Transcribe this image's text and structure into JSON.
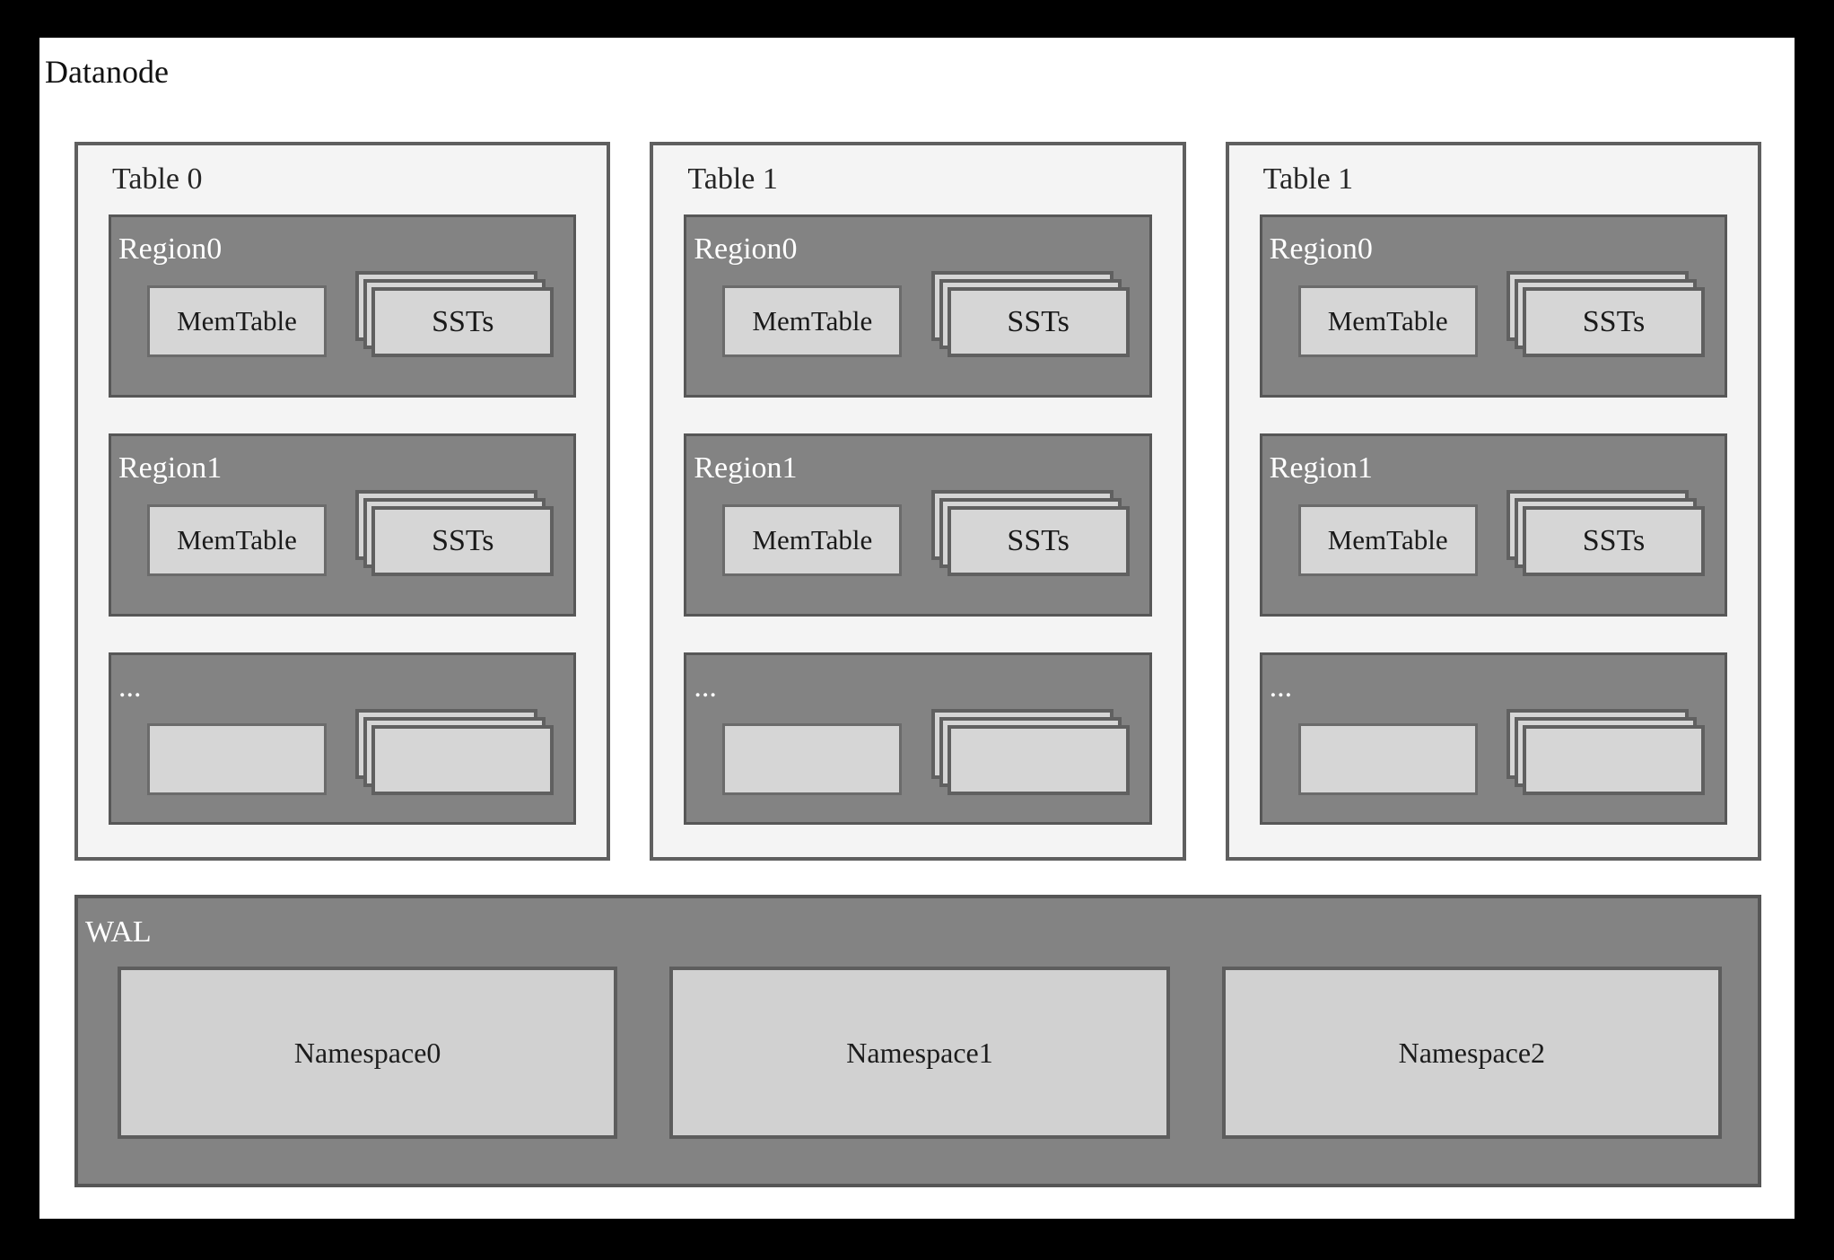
{
  "title": "Datanode",
  "tables": [
    {
      "label": "Table 0",
      "regions": [
        {
          "label": "Region0",
          "memtable": "MemTable",
          "ssts": "SSTs"
        },
        {
          "label": "Region1",
          "memtable": "MemTable",
          "ssts": "SSTs"
        },
        {
          "label": "...",
          "memtable": "",
          "ssts": ""
        }
      ]
    },
    {
      "label": "Table 1",
      "regions": [
        {
          "label": "Region0",
          "memtable": "MemTable",
          "ssts": "SSTs"
        },
        {
          "label": "Region1",
          "memtable": "MemTable",
          "ssts": "SSTs"
        },
        {
          "label": "...",
          "memtable": "",
          "ssts": ""
        }
      ]
    },
    {
      "label": "Table 1",
      "regions": [
        {
          "label": "Region0",
          "memtable": "MemTable",
          "ssts": "SSTs"
        },
        {
          "label": "Region1",
          "memtable": "MemTable",
          "ssts": "SSTs"
        },
        {
          "label": "...",
          "memtable": "",
          "ssts": ""
        }
      ]
    }
  ],
  "wal": {
    "label": "WAL",
    "namespaces": [
      "Namespace0",
      "Namespace1",
      "Namespace2"
    ]
  },
  "colors": {
    "frame": "#000000",
    "canvas": "#ffffff",
    "table_fill": "#f4f4f4",
    "table_border": "#5f5f5f",
    "region_fill": "#838383",
    "region_border": "#575757",
    "inner_box_fill": "#d6d6d6",
    "inner_box_border": "#6b6b6b",
    "sst_border": "#606060",
    "namespace_fill": "#d1d1d1",
    "label_light": "#ffffff",
    "label_dark": "#1a1a1a"
  }
}
